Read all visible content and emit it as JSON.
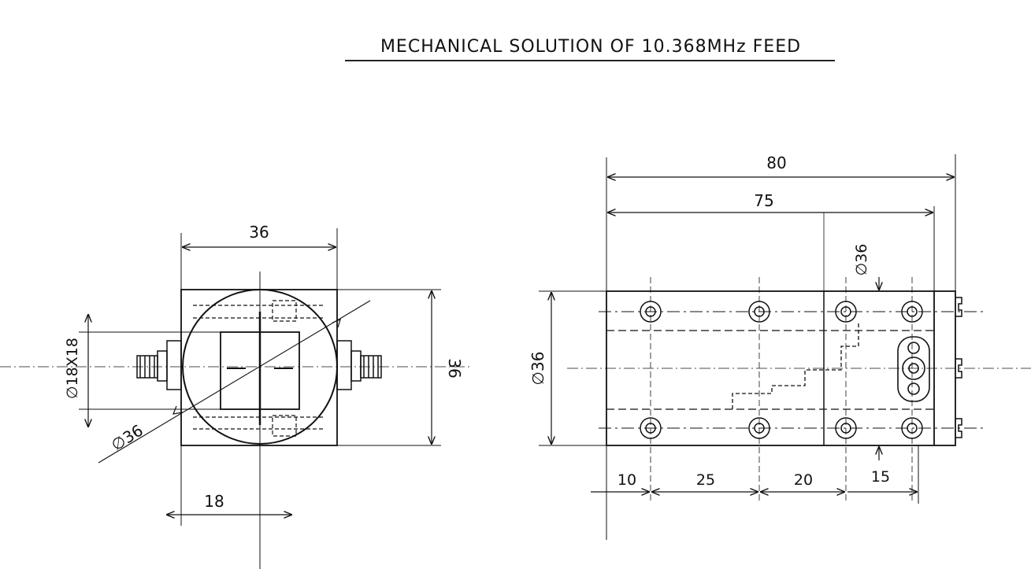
{
  "drawing": {
    "title": "MECHANICAL SOLUTION OF 10.368MHz FEED"
  },
  "front_view": {
    "dim_width": "36",
    "dim_height": "36",
    "dim_square": "∅18X18",
    "dim_diameter": "∅36",
    "dim_offset": "18"
  },
  "side_view": {
    "dim_total": "80",
    "dim_inner": "75",
    "dim_diameter_vertical": "∅36",
    "dim_diameter_left": "∅36",
    "dim_seg_1": "10",
    "dim_seg_2": "25",
    "dim_seg_3": "20",
    "dim_seg_4": "15"
  }
}
